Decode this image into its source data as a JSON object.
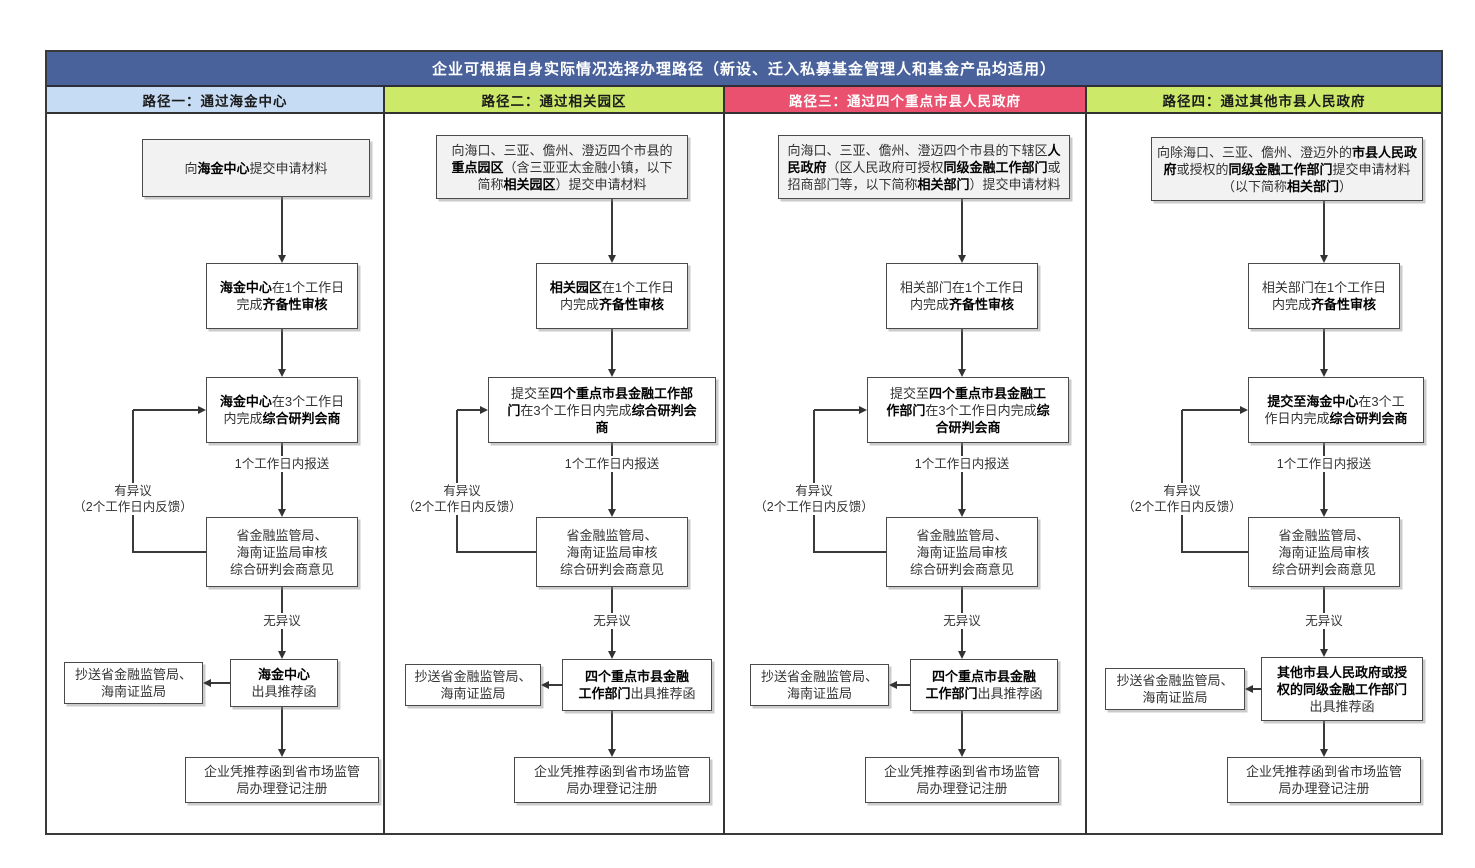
{
  "title": "企业可根据自身实际情况选择办理路径（新设、迁入私募基金管理人和基金产品均适用）",
  "colors": {
    "title_bar": "#49629B",
    "path1_header": "#C6DCF4",
    "path2_header": "#CDE96A",
    "path3_header": "#E9516F",
    "path4_header": "#CDE96A"
  },
  "paths": [
    {
      "header": "路径一：通过海金中心",
      "header_bg": "#C6DCF4",
      "header_color": "#1a1a1a",
      "steps": {
        "submit": "向**海金中心**提交申请材料",
        "completeness": "**海金中心**在1个工作日\n完成**齐备性审核**",
        "research": "**海金中心**在3个工作日\n内完成**综合研判会商**",
        "report_label": "1个工作日内报送",
        "objection_label": "有异议\n（2个工作日内反馈）",
        "opinion": "省金融监管局、\n海南证监局审核\n综合研判会商意见",
        "no_objection_label": "无异议",
        "recommendation": "**海金中心**\n出具推荐函",
        "copy_to": "抄送省金融监管局、\n海南证监局",
        "registration": "企业凭推荐函到省市场监管\n局办理登记注册"
      }
    },
    {
      "header": "路径二：通过相关园区",
      "header_bg": "#CDE96A",
      "header_color": "#1a1a1a",
      "steps": {
        "submit": "向海口、三亚、儋州、澄迈四个市县的\n**重点园区**（含三亚亚太金融小镇，以下\n简称**相关园区**）提交申请材料",
        "completeness": "**相关园区**在1个工作日\n内完成**齐备性审核**",
        "research": "提交至**四个重点市县金融工作部**\n**门**在3个工作日内完成**综合研判会**\n**商**",
        "report_label": "1个工作日内报送",
        "objection_label": "有异议\n（2个工作日内反馈）",
        "opinion": "省金融监管局、\n海南证监局审核\n综合研判会商意见",
        "no_objection_label": "无异议",
        "recommendation": "**四个重点市县金融**\n**工作部门**出具推荐函",
        "copy_to": "抄送省金融监管局、\n海南证监局",
        "registration": "企业凭推荐函到省市场监管\n局办理登记注册"
      }
    },
    {
      "header": "路径三：通过四个重点市县人民政府",
      "header_bg": "#E9516F",
      "header_color": "#ffffff",
      "steps": {
        "submit": "向海口、三亚、儋州、澄迈四个市县的下辖区**人**\n**民政府**（区人民政府可授权**同级金融工作部门**或\n招商部门等，以下简称**相关部门**）提交申请材料",
        "completeness": "相关部门在1个工作日\n内完成**齐备性审核**",
        "research": "提交至**四个重点市县金融工**\n**作部门**在3个工作日内完成**综**\n**合研判会商**",
        "report_label": "1个工作日内报送",
        "objection_label": "有异议\n（2个工作日内反馈）",
        "opinion": "省金融监管局、\n海南证监局审核\n综合研判会商意见",
        "no_objection_label": "无异议",
        "recommendation": "**四个重点市县金融**\n**工作部门**出具推荐函",
        "copy_to": "抄送省金融监管局、\n海南证监局",
        "registration": "企业凭推荐函到省市场监管\n局办理登记注册"
      }
    },
    {
      "header": "路径四：通过其他市县人民政府",
      "header_bg": "#CDE96A",
      "header_color": "#1a1a1a",
      "steps": {
        "submit": "向除海口、三亚、儋州、澄迈外的**市县人民政**\n**府**或授权的**同级金融工作部门**提交申请材料\n（以下简称**相关部门**）",
        "completeness": "相关部门在1个工作日\n内完成**齐备性审核**",
        "research": "**提交至海金中心**在3个工\n作日内完成**综合研判会商**",
        "report_label": "1个工作日内报送",
        "objection_label": "有异议\n（2个工作日内反馈）",
        "opinion": "省金融监管局、\n海南证监局审核\n综合研判会商意见",
        "no_objection_label": "无异议",
        "recommendation": "**其他市县人民政府或授**\n**权的同级金融工作部门**\n出具推荐函",
        "copy_to": "抄送省金融监管局、\n海南证监局",
        "registration": "企业凭推荐函到省市场监管\n局办理登记注册"
      }
    }
  ]
}
